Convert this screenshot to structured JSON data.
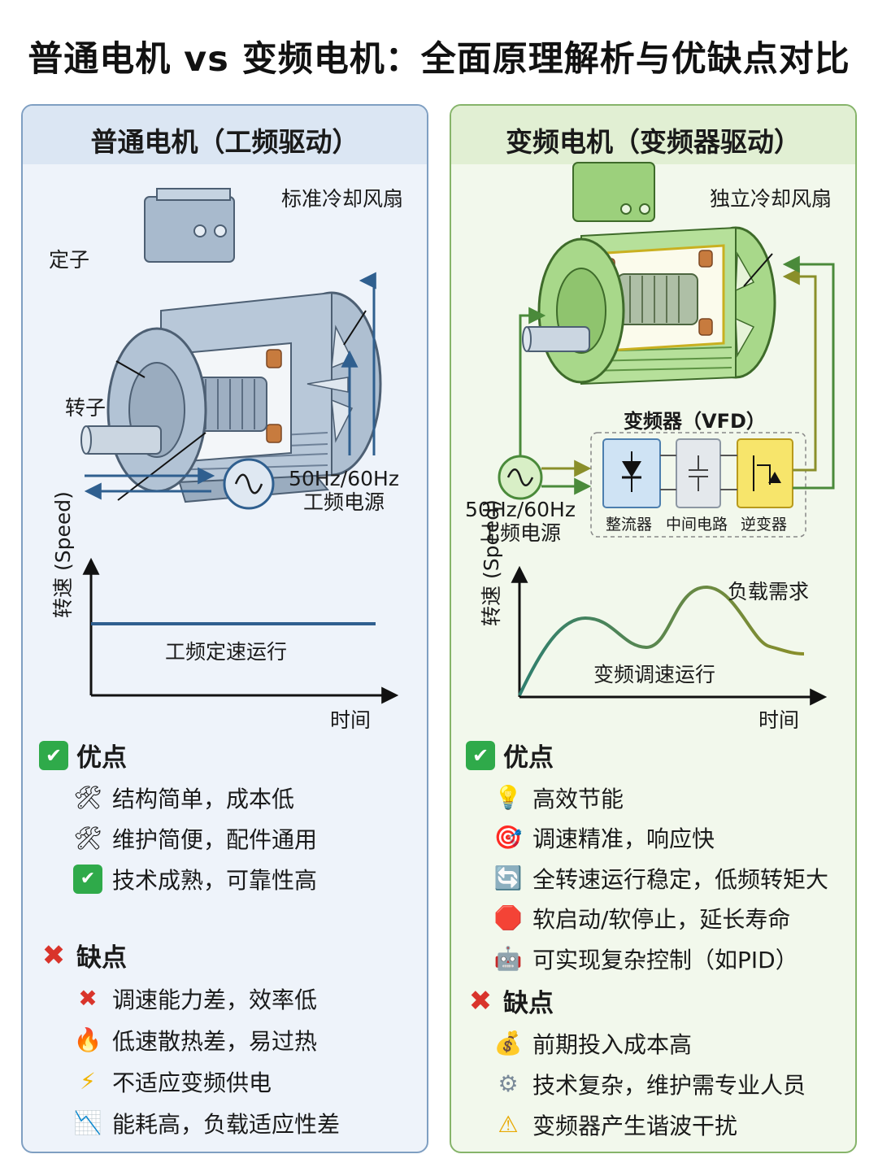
{
  "title": "普通电机 vs 变频电机：全面原理解析与优缺点对比",
  "left": {
    "header": "普通电机（工频驱动）",
    "labels": {
      "fan": "标准冷却风扇",
      "stator": "定子",
      "rotor": "转子"
    },
    "power": {
      "line1": "50Hz/60Hz",
      "line2": "工频电源"
    },
    "graph": {
      "ylabel": "转速 (Speed)",
      "xlabel": "时间",
      "caption": "工频定速运行"
    },
    "pros_title": "优点",
    "pros": [
      {
        "icon": "tools-icon",
        "glyph": "🛠",
        "text": "结构简单，成本低"
      },
      {
        "icon": "tools-icon",
        "glyph": "🛠",
        "text": "维护简便，配件通用"
      },
      {
        "icon": "check-icon",
        "glyph": "✔",
        "text": "技术成熟，可靠性高"
      }
    ],
    "cons_title": "缺点",
    "cons": [
      {
        "icon": "cross-icon",
        "glyph": "✖",
        "text": "调速能力差，效率低"
      },
      {
        "icon": "fire-icon",
        "glyph": "🔥",
        "text": "低速散热差，易过热"
      },
      {
        "icon": "lightning-icon",
        "glyph": "⚡",
        "text": "不适应变频供电"
      },
      {
        "icon": "chart-down-icon",
        "glyph": "📉",
        "text": "能耗高，负载适应性差"
      }
    ]
  },
  "right": {
    "header": "变频电机（变频器驱动）",
    "labels": {
      "fan": "独立冷却风扇"
    },
    "vfd": {
      "title": "变频器（VFD）",
      "rectifier": "整流器",
      "dc_link": "中间电路",
      "inverter": "逆变器"
    },
    "power": {
      "line1": "50Hz/60Hz",
      "line2": "工频电源"
    },
    "graph": {
      "ylabel": "转速 (Speed)",
      "xlabel": "时间",
      "caption": "变频调速运行",
      "curve_label": "负载需求"
    },
    "pros_title": "优点",
    "pros": [
      {
        "icon": "lightbulb-icon",
        "glyph": "💡",
        "text": "高效节能"
      },
      {
        "icon": "target-icon",
        "glyph": "🎯",
        "text": "调速精准，响应快"
      },
      {
        "icon": "refresh-icon",
        "glyph": "🔄",
        "text": "全转速运行稳定，低频转矩大"
      },
      {
        "icon": "stop-icon",
        "glyph": "🛑",
        "text": "软启动/软停止，延长寿命"
      },
      {
        "icon": "robot-icon",
        "glyph": "🤖",
        "text": "可实现复杂控制（如PID）"
      }
    ],
    "cons_title": "缺点",
    "cons": [
      {
        "icon": "money-bag-icon",
        "glyph": "💰",
        "text": "前期投入成本高"
      },
      {
        "icon": "gear-icon",
        "glyph": "⚙",
        "text": "技术复杂，维护需专业人员"
      },
      {
        "icon": "warning-icon",
        "glyph": "⚠",
        "text": "变频器产生谐波干扰"
      }
    ]
  },
  "colors": {
    "left_border": "#7f9fc2",
    "left_bg": "#eef3fa",
    "left_head": "#dbe6f3",
    "right_border": "#86b46a",
    "right_bg": "#f2f8ec",
    "right_head": "#e1efd3",
    "check_green": "#2faa4a",
    "cross_red": "#d9342b",
    "line_blue": "#2f5f8f",
    "curve_start": "#2f7f6f",
    "curve_end": "#8a8f2a"
  }
}
